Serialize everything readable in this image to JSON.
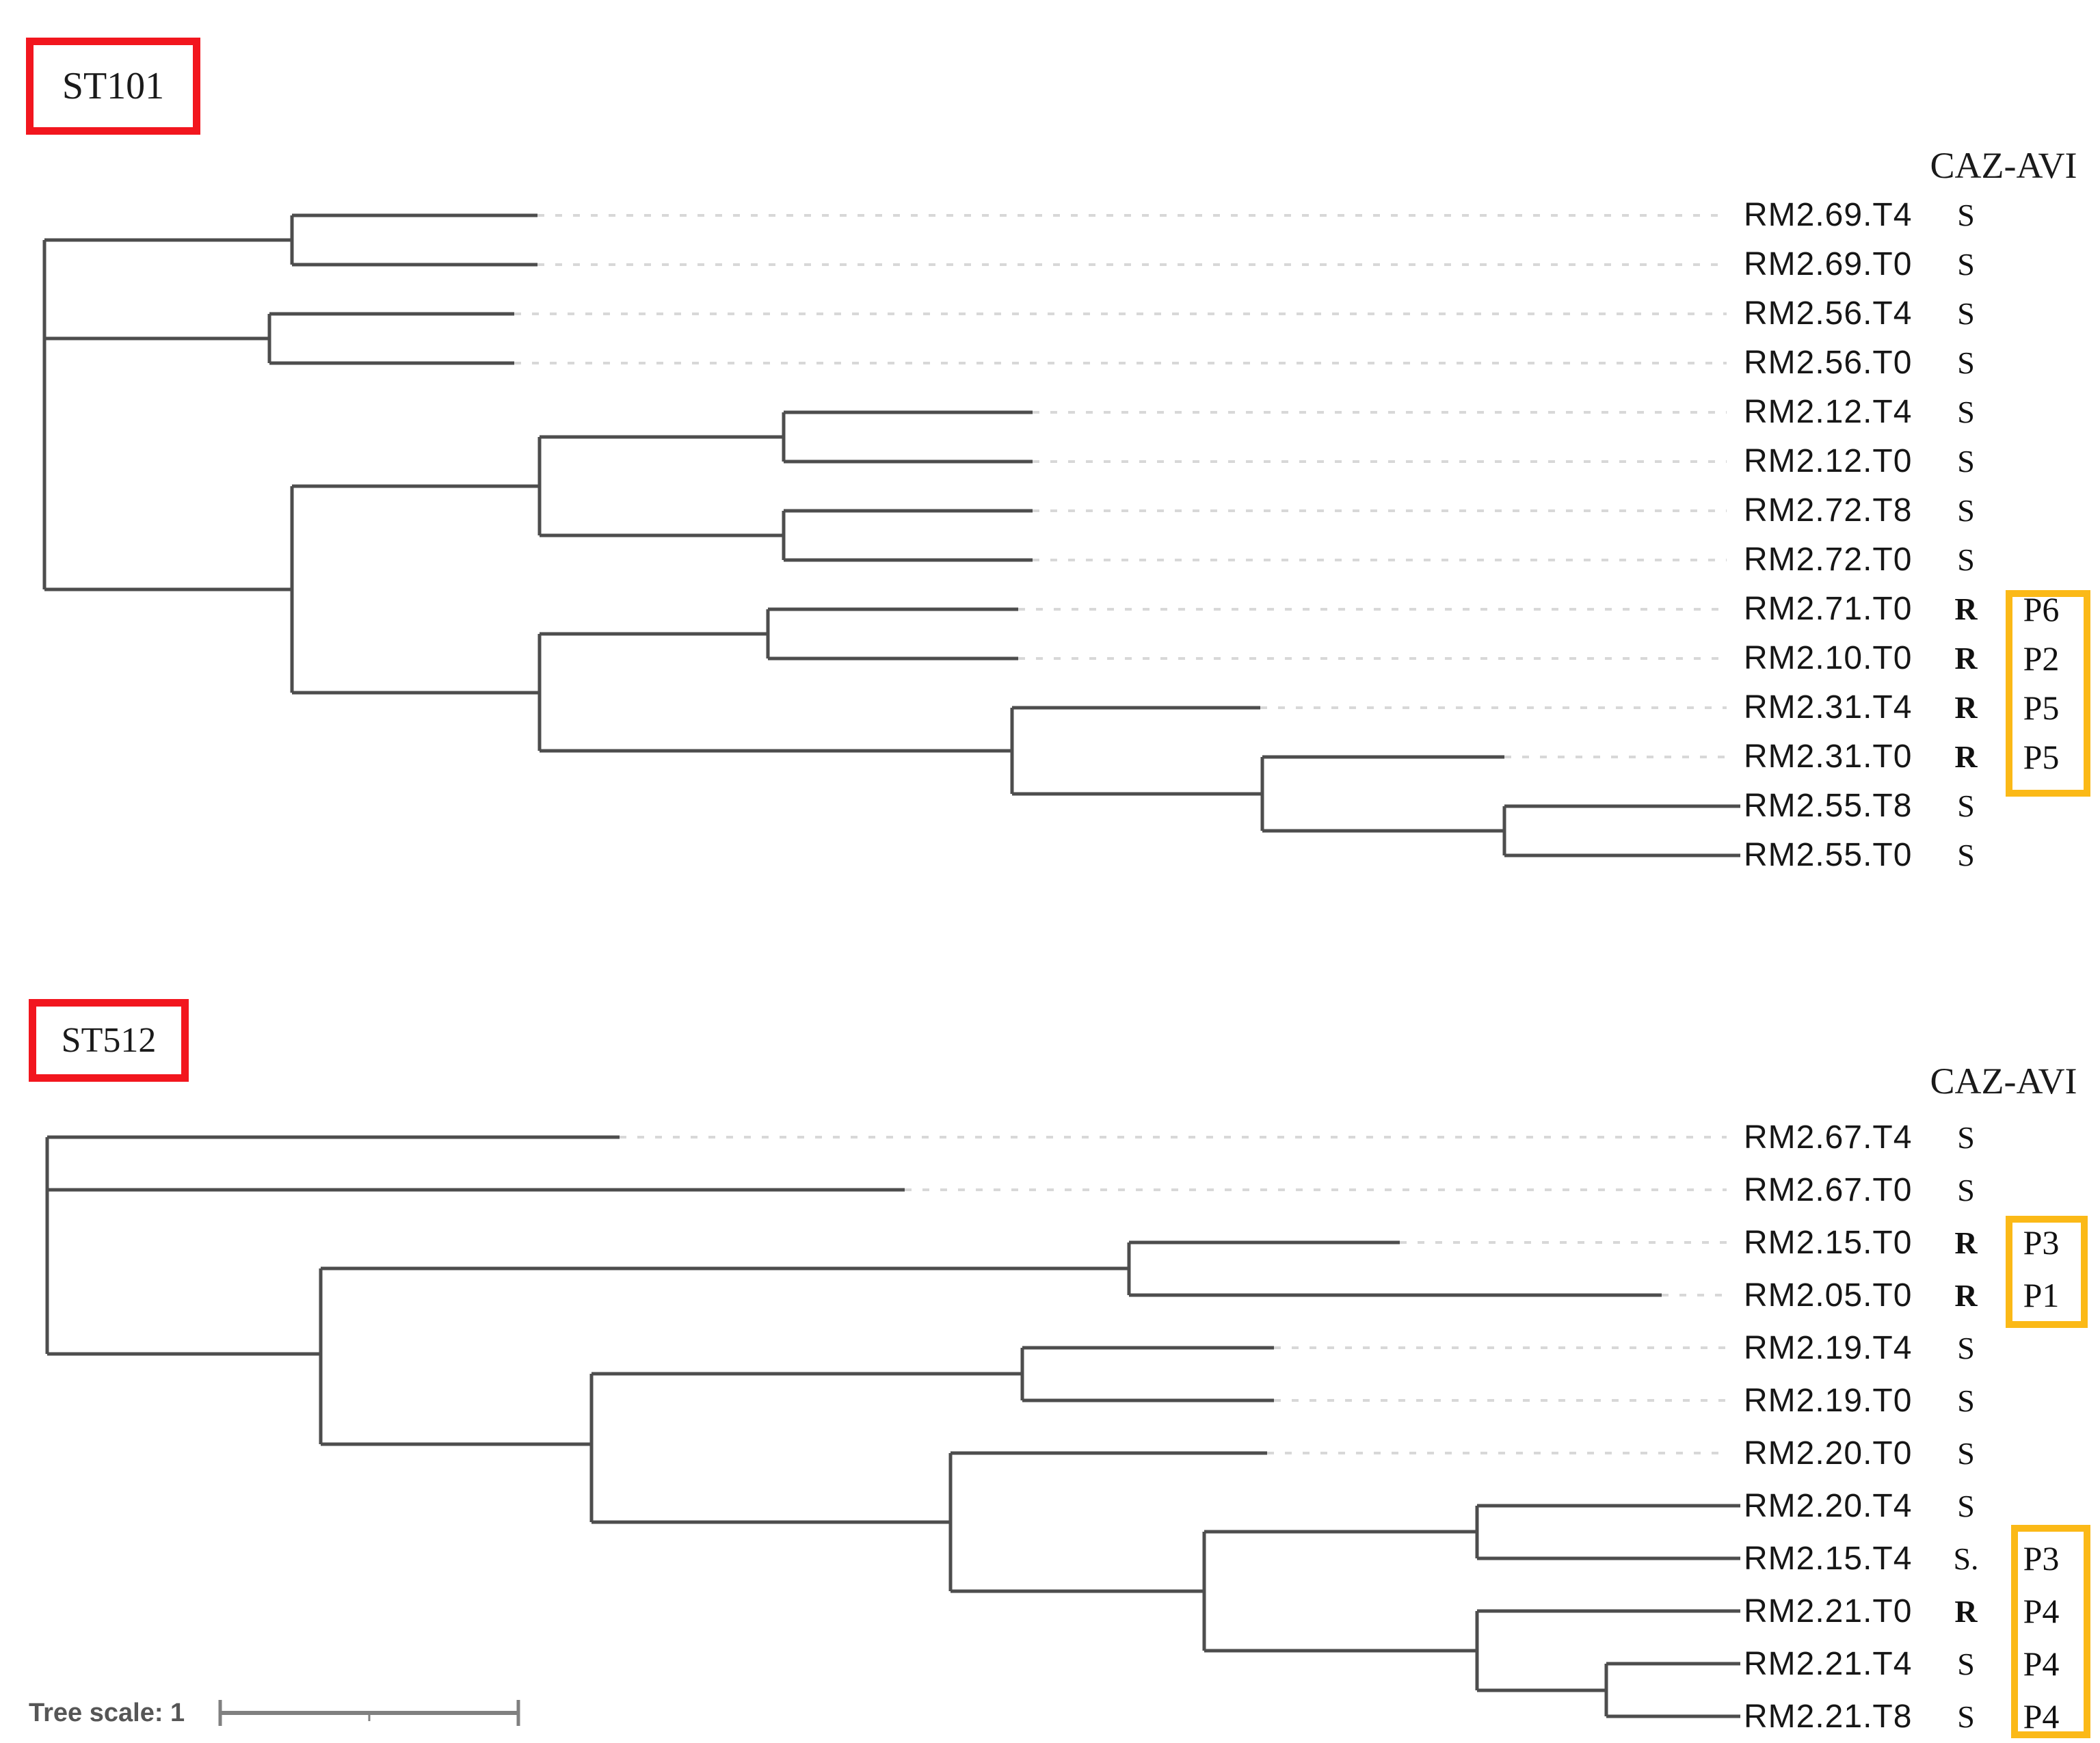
{
  "figure": {
    "tree_scale_label": "Tree scale: 1",
    "colors": {
      "branch": "#4d4d4d",
      "leader_line": "#d8d8d8",
      "highlight_box": "#fbb917",
      "group_box": "#f2161e",
      "scale_bar": "#808080"
    }
  },
  "st101": {
    "group_label": "ST101",
    "column_header": "CAZ-AVI",
    "topology_newick": "((RM2.69.T4,RM2.69.T0),(RM2.56.T4,RM2.56.T0),(((RM2.12.T4,RM2.12.T0),(RM2.72.T8,RM2.72.T0)),((RM2.71.T0,RM2.10.T0),(RM2.31.T4,(RM2.31.T0,(RM2.55.T8,RM2.55.T0))))));",
    "leaves": [
      {
        "name": "RM2.69.T4",
        "caz_avi": "S",
        "patient": ""
      },
      {
        "name": "RM2.69.T0",
        "caz_avi": "S",
        "patient": ""
      },
      {
        "name": "RM2.56.T4",
        "caz_avi": "S",
        "patient": ""
      },
      {
        "name": "RM2.56.T0",
        "caz_avi": "S",
        "patient": ""
      },
      {
        "name": "RM2.12.T4",
        "caz_avi": "S",
        "patient": ""
      },
      {
        "name": "RM2.12.T0",
        "caz_avi": "S",
        "patient": ""
      },
      {
        "name": "RM2.72.T8",
        "caz_avi": "S",
        "patient": ""
      },
      {
        "name": "RM2.72.T0",
        "caz_avi": "S",
        "patient": ""
      },
      {
        "name": "RM2.71.T0",
        "caz_avi": "R",
        "patient": "P6"
      },
      {
        "name": "RM2.10.T0",
        "caz_avi": "R",
        "patient": "P2"
      },
      {
        "name": "RM2.31.T4",
        "caz_avi": "R",
        "patient": "P5"
      },
      {
        "name": "RM2.31.T0",
        "caz_avi": "R",
        "patient": "P5"
      },
      {
        "name": "RM2.55.T8",
        "caz_avi": "S",
        "patient": ""
      },
      {
        "name": "RM2.55.T0",
        "caz_avi": "S",
        "patient": ""
      }
    ]
  },
  "st512": {
    "group_label": "ST512",
    "column_header": "CAZ-AVI",
    "topology_newick": "(RM2.67.T4,RM2.67.T0,((RM2.15.T0,RM2.05.T0),((RM2.19.T4,RM2.19.T0),(RM2.20.T0,((RM2.20.T4,RM2.15.T4),(RM2.21.T0,(RM2.21.T4,RM2.21.T8)))))));",
    "leaves": [
      {
        "name": "RM2.67.T4",
        "caz_avi": "S",
        "patient": ""
      },
      {
        "name": "RM2.67.T0",
        "caz_avi": "S",
        "patient": ""
      },
      {
        "name": "RM2.15.T0",
        "caz_avi": "R",
        "patient": "P3"
      },
      {
        "name": "RM2.05.T0",
        "caz_avi": "R",
        "patient": "P1"
      },
      {
        "name": "RM2.19.T4",
        "caz_avi": "S",
        "patient": ""
      },
      {
        "name": "RM2.19.T0",
        "caz_avi": "S",
        "patient": ""
      },
      {
        "name": "RM2.20.T0",
        "caz_avi": "S",
        "patient": ""
      },
      {
        "name": "RM2.20.T4",
        "caz_avi": "S",
        "patient": ""
      },
      {
        "name": "RM2.15.T4",
        "caz_avi": "S.",
        "patient": "P3"
      },
      {
        "name": "RM2.21.T0",
        "caz_avi": "R",
        "patient": "P4"
      },
      {
        "name": "RM2.21.T4",
        "caz_avi": "S",
        "patient": "P4"
      },
      {
        "name": "RM2.21.T8",
        "caz_avi": "S",
        "patient": "P4"
      }
    ]
  }
}
